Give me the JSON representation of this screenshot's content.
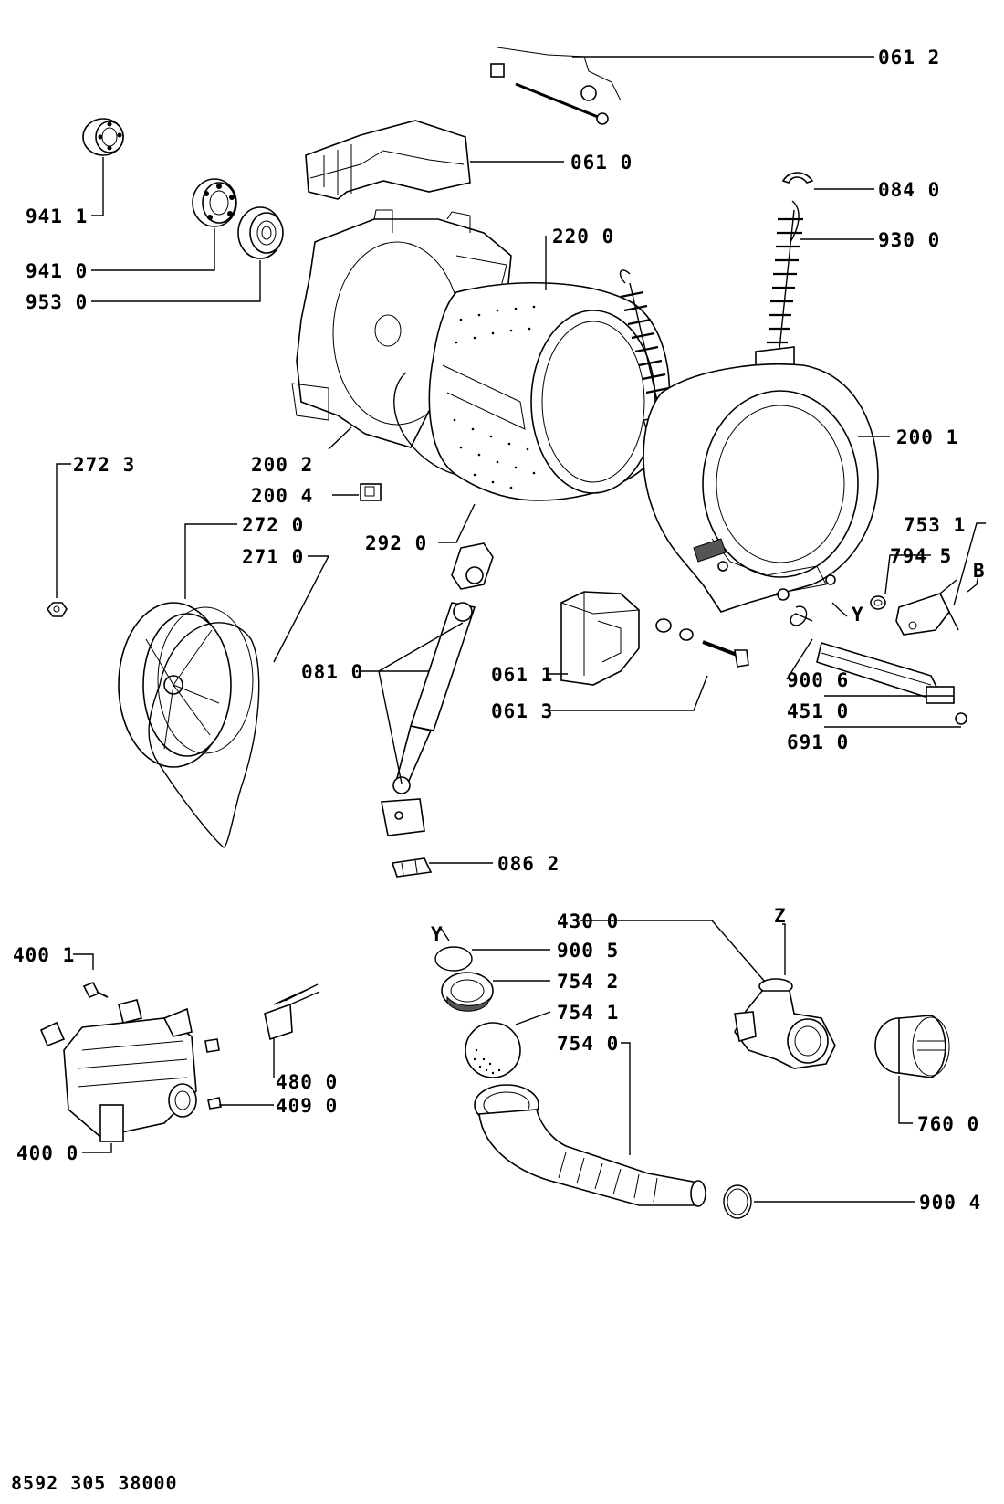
{
  "labels": {
    "p0612": "061 2",
    "p0610": "061 0",
    "p9411": "941 1",
    "p9410": "941 0",
    "p9530": "953 0",
    "p0840": "084 0",
    "p9300": "930 0",
    "p2200": "220 0",
    "p2001": "200 1",
    "p2723": "272 3",
    "p2002": "200 2",
    "p2004": "200 4",
    "p2720": "272 0",
    "p2920": "292 0",
    "p2710": "271 0",
    "p7531": "753 1",
    "p7945": "794 5",
    "pB": "B",
    "pY1": "Y",
    "p0810": "081 0",
    "p0611": "061 1",
    "p9006": "900 6",
    "p4510": "451 0",
    "p0613": "061 3",
    "p6910": "691 0",
    "p0862": "086 2",
    "p4300": "430 0",
    "pZ": "Z",
    "pY2": "Y",
    "p9005": "900 5",
    "p4001": "400 1",
    "p7542": "754 2",
    "p7541": "754 1",
    "p7540": "754 0",
    "p4800": "480 0",
    "p4090": "409 0",
    "p7600": "760 0",
    "p4000": "400 0",
    "p9004": "900 4"
  },
  "document_number": "8592 305 38000"
}
